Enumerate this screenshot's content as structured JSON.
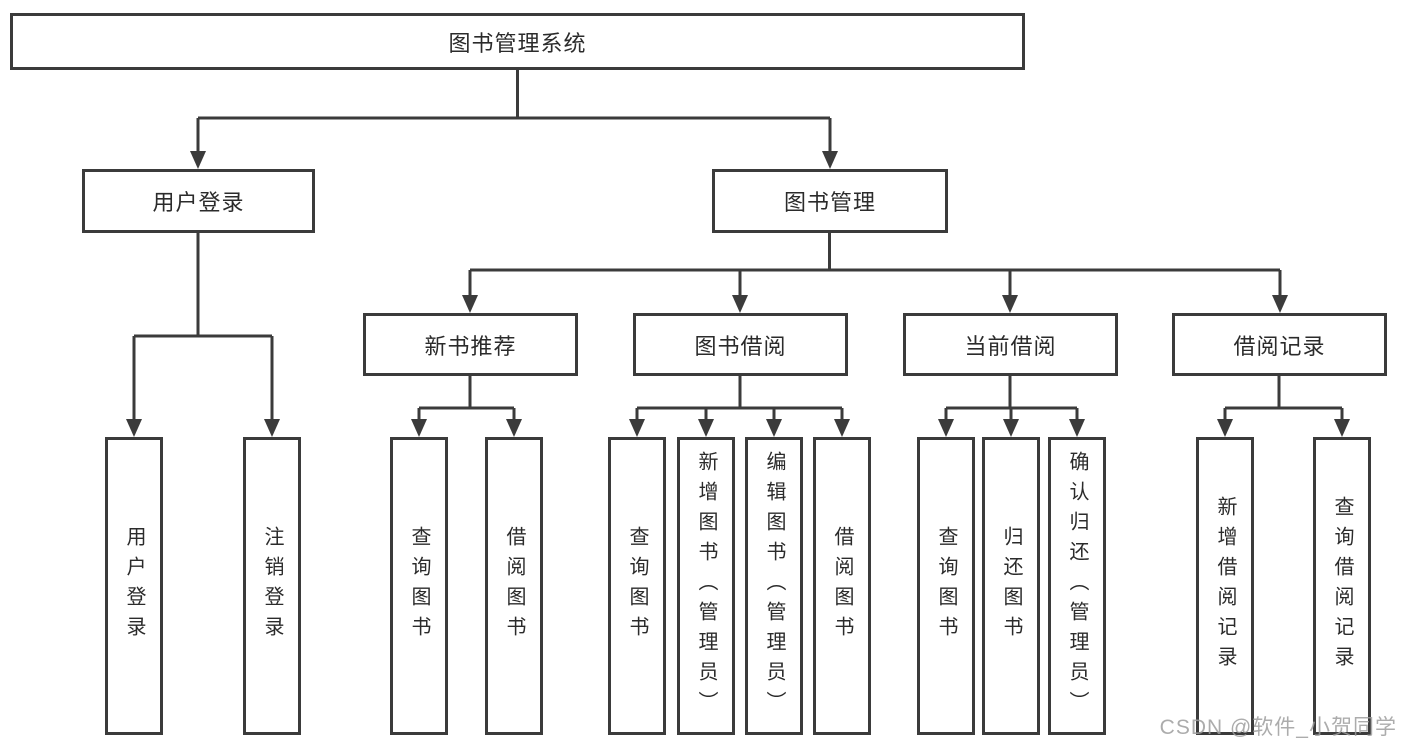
{
  "diagram": {
    "tree": {
      "root": "图书管理系统",
      "branches": [
        {
          "label": "用户登录",
          "children": [
            "用户登录",
            "注销登录"
          ]
        },
        {
          "label": "图书管理",
          "sections": [
            {
              "label": "新书推荐",
              "children": [
                "查询图书",
                "借阅图书"
              ]
            },
            {
              "label": "图书借阅",
              "children": [
                "查询图书",
                "新增图书（管理员）",
                "编辑图书（管理员）",
                "借阅图书"
              ]
            },
            {
              "label": "当前借阅",
              "children": [
                "查询图书",
                "归还图书",
                "确认归还（管理员）"
              ]
            },
            {
              "label": "借阅记录",
              "children": [
                "新增借阅记录",
                "查询借阅记录"
              ]
            }
          ]
        }
      ]
    },
    "watermark": "CSDN @软件_小贺同学",
    "colors": {
      "line": "#3b3b3b",
      "text": "#2b2b2b",
      "watermark": "#9e9e9e",
      "background": "#ffffff"
    }
  }
}
